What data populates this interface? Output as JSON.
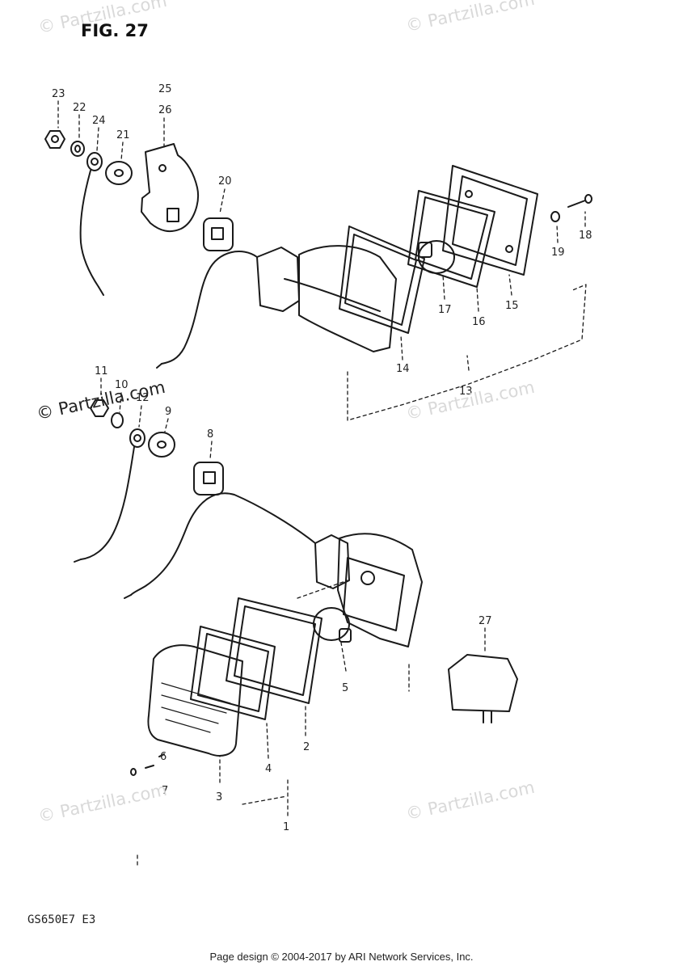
{
  "figure": {
    "title": "FIG. 27",
    "model_code": "GS650E7  E3"
  },
  "footer": {
    "text": "Page design © 2004-2017 by ARI Network Services, Inc."
  },
  "watermark": {
    "text": "© Partzilla.com"
  },
  "callouts": [
    {
      "label": "23"
    },
    {
      "label": "22"
    },
    {
      "label": "24"
    },
    {
      "label": "21"
    },
    {
      "label": "25"
    },
    {
      "label": "26"
    },
    {
      "label": "20"
    },
    {
      "label": "18"
    },
    {
      "label": "19"
    },
    {
      "label": "15"
    },
    {
      "label": "16"
    },
    {
      "label": "17"
    },
    {
      "label": "14"
    },
    {
      "label": "13"
    },
    {
      "label": "11"
    },
    {
      "label": "10"
    },
    {
      "label": "12"
    },
    {
      "label": "9"
    },
    {
      "label": "8"
    },
    {
      "label": "27"
    },
    {
      "label": "5"
    },
    {
      "label": "2"
    },
    {
      "label": "4"
    },
    {
      "label": "3"
    },
    {
      "label": "7"
    },
    {
      "label": "6"
    },
    {
      "label": "1"
    }
  ]
}
